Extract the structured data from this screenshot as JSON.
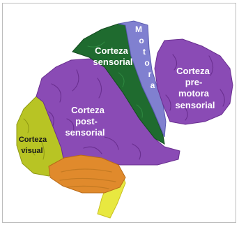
{
  "regions": {
    "motora": {
      "letters": [
        "M",
        "o",
        "t",
        "o",
        "r",
        "a"
      ],
      "color": "#8080d0"
    },
    "corteza_sensorial": {
      "line1": "Corteza",
      "line2": "sensorial",
      "color": "#1f6b2f"
    },
    "corteza_premotora_sensorial": {
      "line1": "Corteza",
      "line2": "pre-",
      "line3": "motora",
      "line4": "sensorial",
      "color": "#8a4bb5"
    },
    "corteza_postsensorial": {
      "line1": "Corteza",
      "line2": "post-",
      "line3": "sensorial",
      "color": "#8a4bb5"
    },
    "corteza_visual": {
      "line1": "Corteza",
      "line2": "visual",
      "color": "#b8c424"
    },
    "cerebelo": {
      "color": "#e08a2c"
    },
    "tronco": {
      "color": "#e8e840"
    }
  }
}
